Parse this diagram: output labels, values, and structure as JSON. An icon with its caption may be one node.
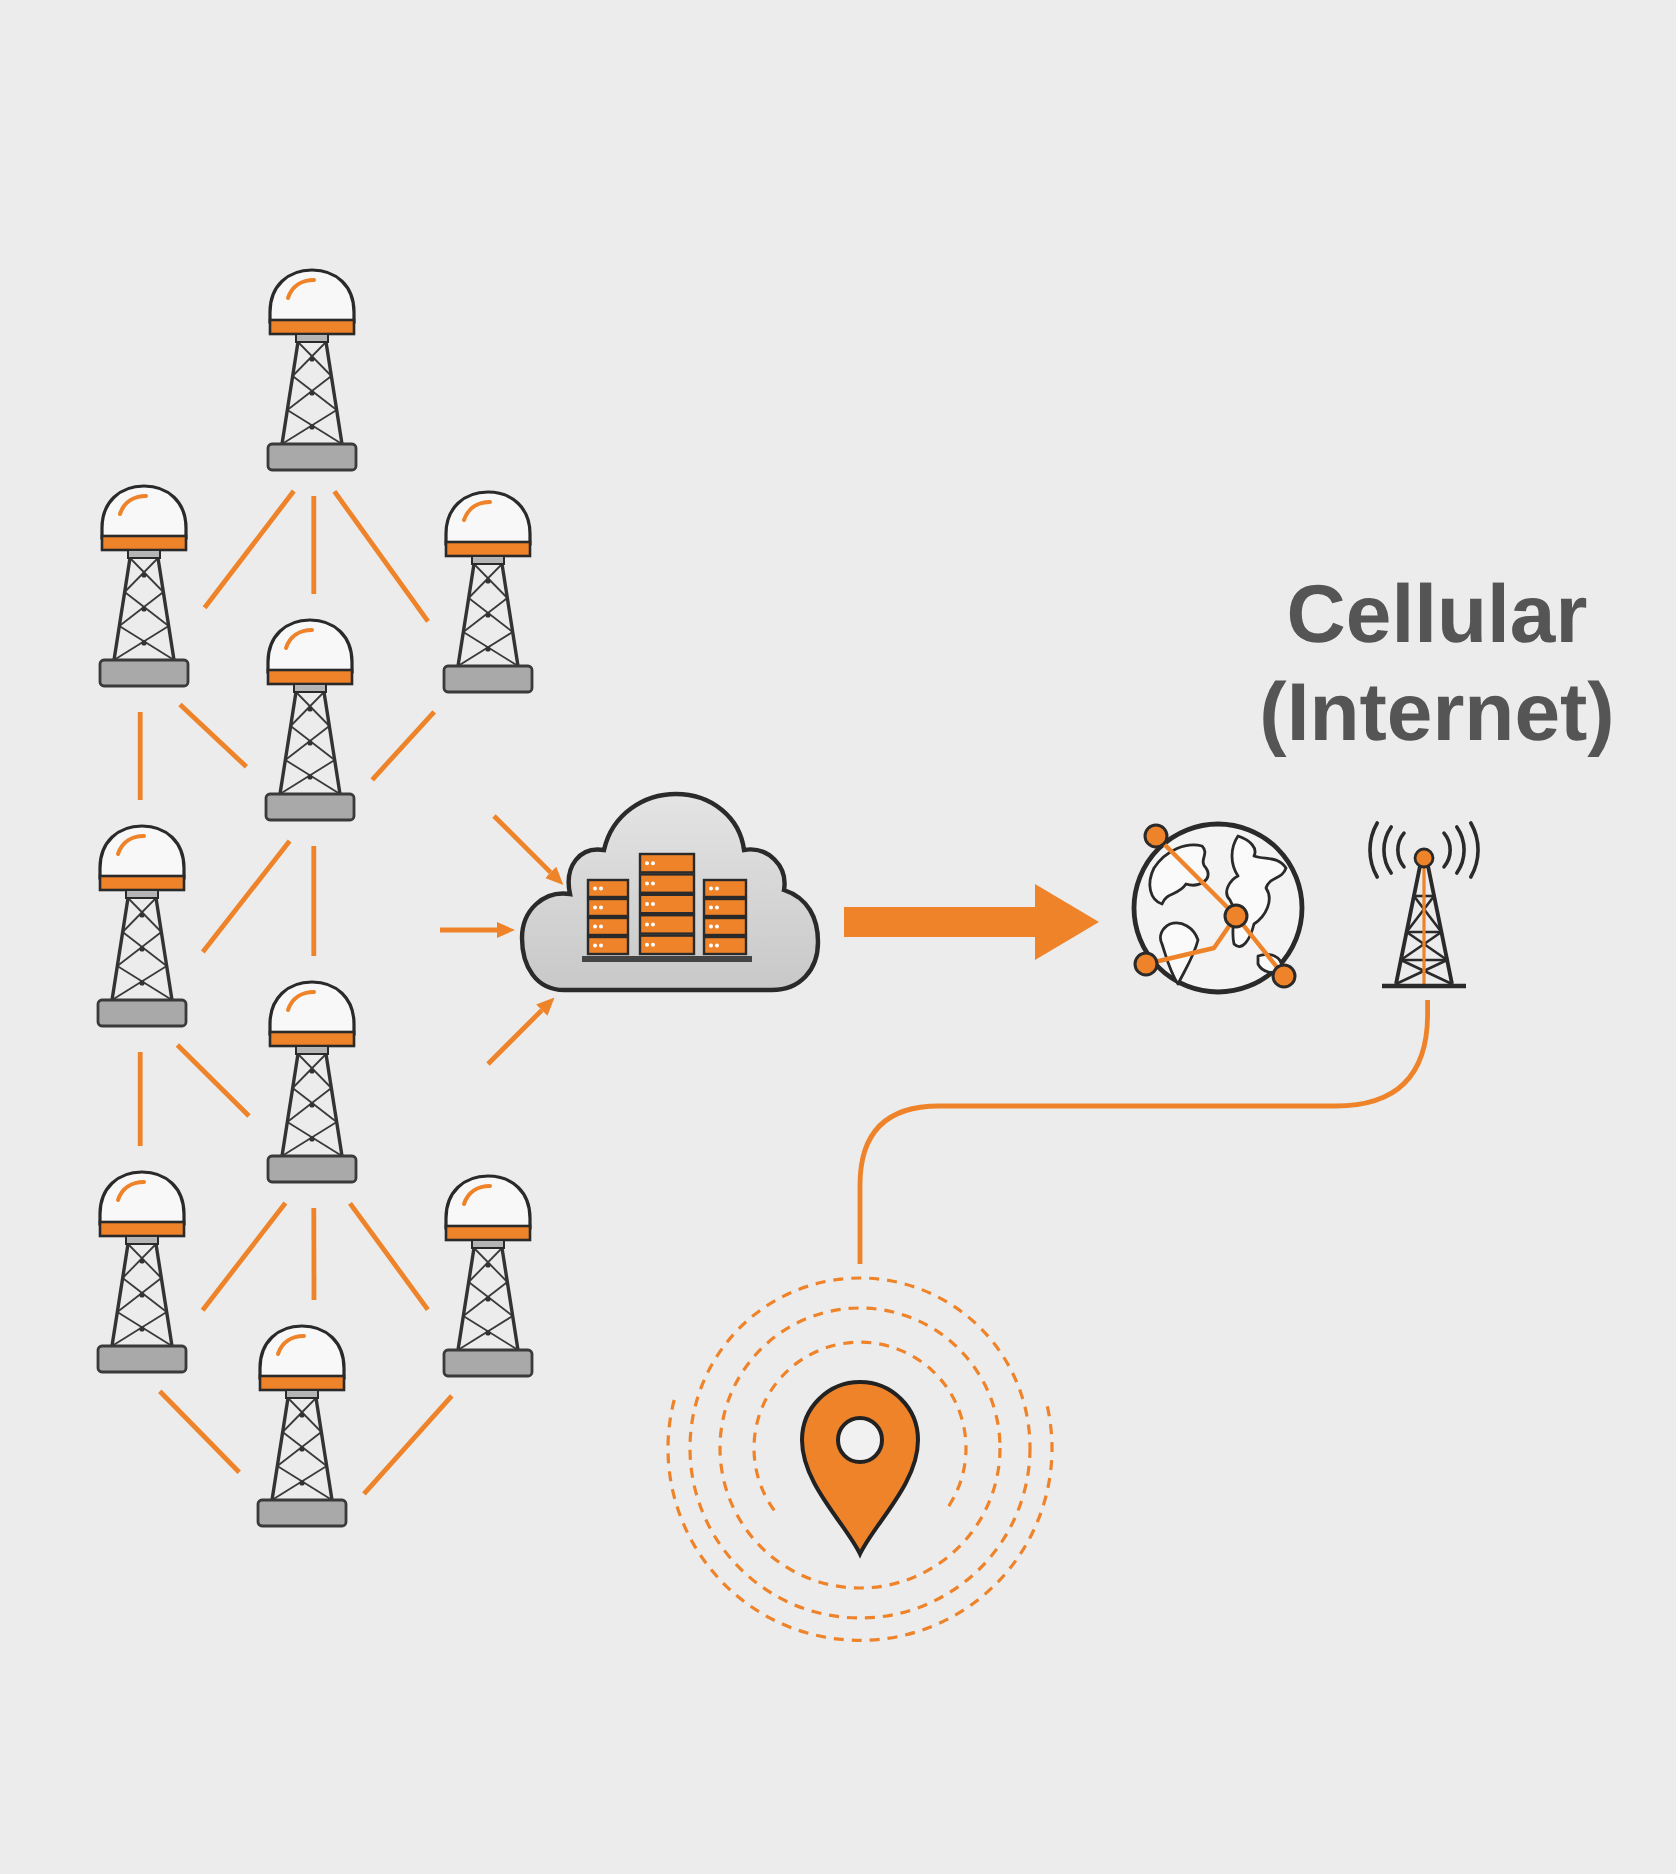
{
  "diagram": {
    "nodes": [
      {
        "text": [],
        "shape": "picture"
      },
      {
        "text": [],
        "shape": "picture"
      },
      {
        "text": [],
        "shape": "picture"
      },
      {
        "text": [],
        "shape": "picture"
      },
      {
        "text": [],
        "shape": "picture"
      },
      {
        "text": [],
        "shape": "picture"
      },
      {
        "text": [],
        "shape": "picture"
      },
      {
        "text": [],
        "shape": "picture"
      },
      {
        "text": [],
        "shape": "picture"
      },
      {
        "text": [],
        "shape": "cloud"
      },
      {
        "text": [],
        "shape": "picture"
      },
      {
        "text": [],
        "shape": "picture"
      },
      {
        "text": [],
        "shape": "picture"
      }
    ],
    "edges": [
      {
        "from": 0,
        "to": 1,
        "arrow": "none"
      },
      {
        "from": 0,
        "to": 3,
        "arrow": "none"
      },
      {
        "from": 0,
        "to": 2,
        "arrow": "none"
      },
      {
        "from": 1,
        "to": 4,
        "arrow": "none"
      },
      {
        "from": 1,
        "to": 3,
        "arrow": "none"
      },
      {
        "from": 2,
        "to": 3,
        "arrow": "none"
      },
      {
        "from": 3,
        "to": 4,
        "arrow": "none"
      },
      {
        "from": 3,
        "to": 5,
        "arrow": "none"
      },
      {
        "from": 4,
        "to": 6,
        "arrow": "none"
      },
      {
        "from": 4,
        "to": 5,
        "arrow": "none"
      },
      {
        "from": 5,
        "to": 6,
        "arrow": "none"
      },
      {
        "from": 5,
        "to": 8,
        "arrow": "none"
      },
      {
        "from": 5,
        "to": 7,
        "arrow": "none"
      },
      {
        "from": 6,
        "to": 8,
        "arrow": "none"
      },
      {
        "from": 7,
        "to": 8,
        "arrow": "none"
      },
      {
        "from": null,
        "to": 9,
        "arrow": "to"
      },
      {
        "from": null,
        "to": 9,
        "arrow": "to"
      },
      {
        "from": null,
        "to": 9,
        "arrow": "to"
      },
      {
        "from": 9,
        "to": 10,
        "arrow": "to",
        "style": "thick"
      },
      {
        "from": 11,
        "to": 12,
        "arrow": "none"
      }
    ],
    "labels": [
      "Cellular (Internet)"
    ]
  }
}
